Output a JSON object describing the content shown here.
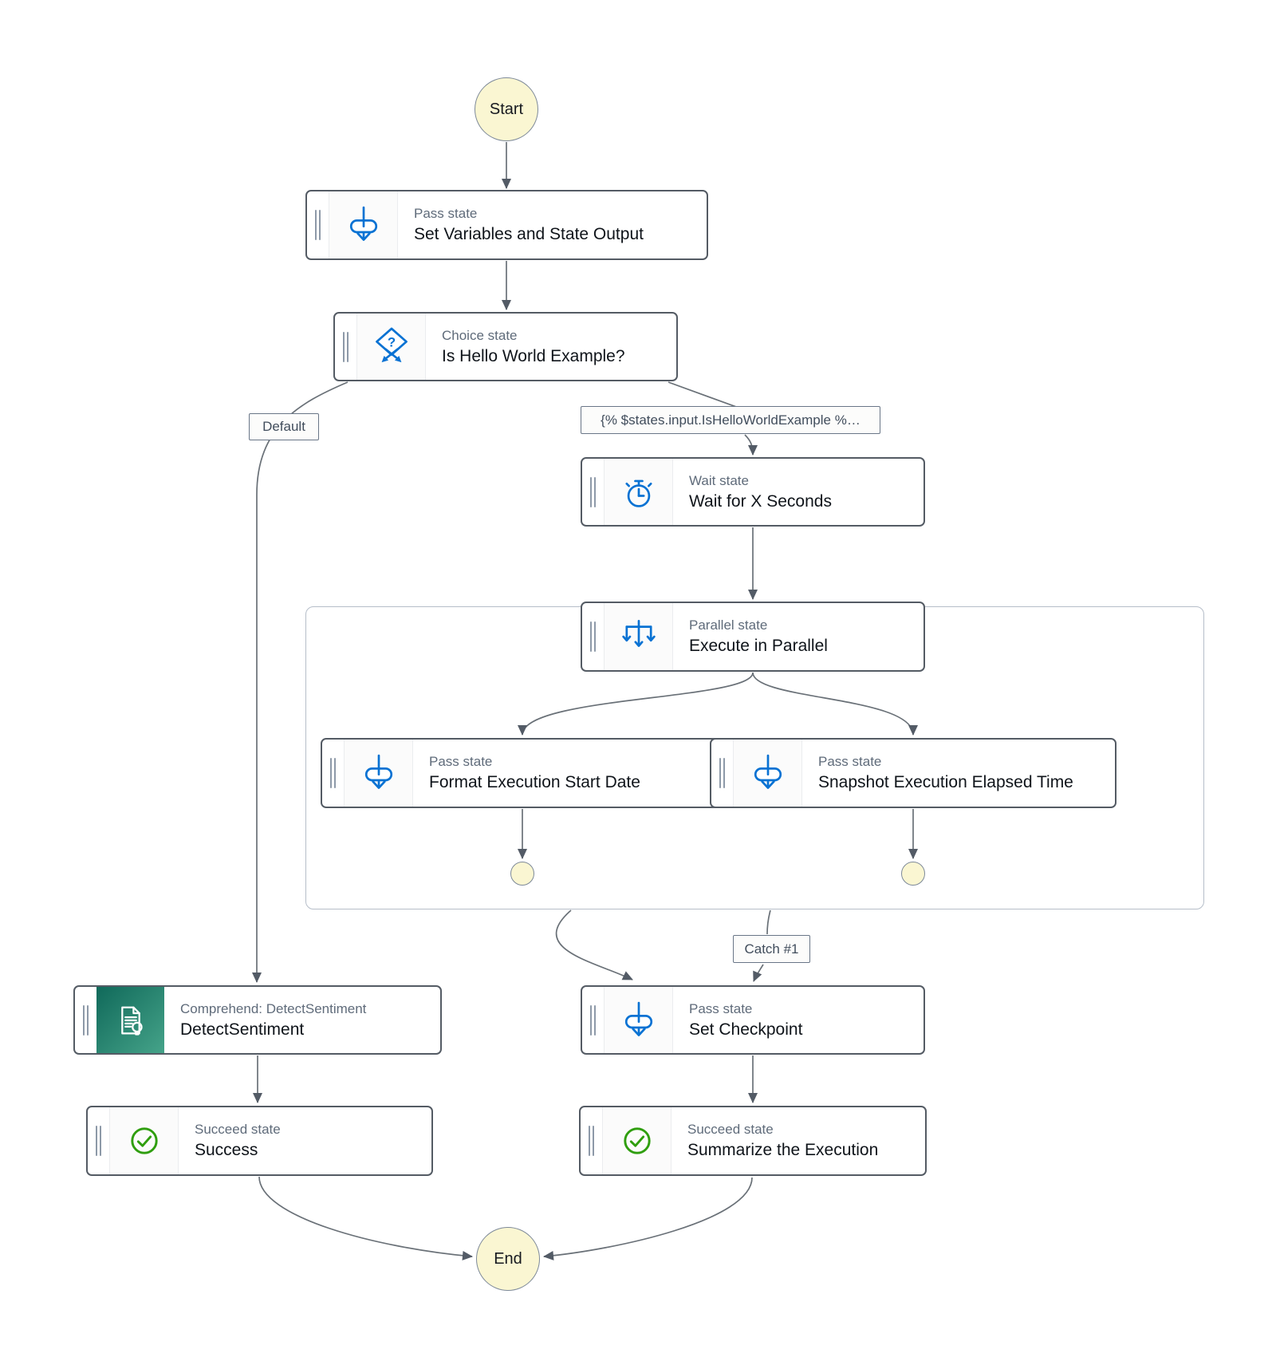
{
  "canvas": {
    "start_label": "Start",
    "end_label": "End"
  },
  "states": {
    "set_variables": {
      "type": "Pass state",
      "name": "Set Variables and State Output"
    },
    "choice": {
      "type": "Choice state",
      "name": "Is Hello World Example?"
    },
    "wait": {
      "type": "Wait state",
      "name": "Wait for X Seconds"
    },
    "parallel": {
      "type": "Parallel state",
      "name": "Execute in Parallel"
    },
    "format_start_date": {
      "type": "Pass state",
      "name": "Format Execution Start Date"
    },
    "snapshot_elapsed": {
      "type": "Pass state",
      "name": "Snapshot Execution Elapsed Time"
    },
    "set_checkpoint": {
      "type": "Pass state",
      "name": "Set Checkpoint"
    },
    "summarize": {
      "type": "Succeed state",
      "name": "Summarize the Execution"
    },
    "detect_sentiment": {
      "type": "Comprehend: DetectSentiment",
      "name": "DetectSentiment"
    },
    "success": {
      "type": "Succeed state",
      "name": "Success"
    }
  },
  "edge_labels": {
    "default_branch": "Default",
    "condition_branch": "{% $states.input.IsHelloWorldExample %…",
    "catch_branch": "Catch #1"
  },
  "colors": {
    "accent_blue": "#0972d3",
    "succeed_green": "#2f9e0e",
    "comprehend_grad_a": "#10695a",
    "comprehend_grad_b": "#45a389",
    "terminal_fill": "#faf6d2",
    "terminal_border": "#7d8998",
    "edge_color": "#697077",
    "arrow_color": "#535b66",
    "box_border": "#545b64",
    "container_border": "#b6bec9",
    "label_border": "#697687",
    "label_text": "#414d5c",
    "type_text": "#5f6b7a",
    "name_text": "#0f141a",
    "handle_color": "#8d99a8",
    "iconbox_bg": "#fbfbfb"
  }
}
